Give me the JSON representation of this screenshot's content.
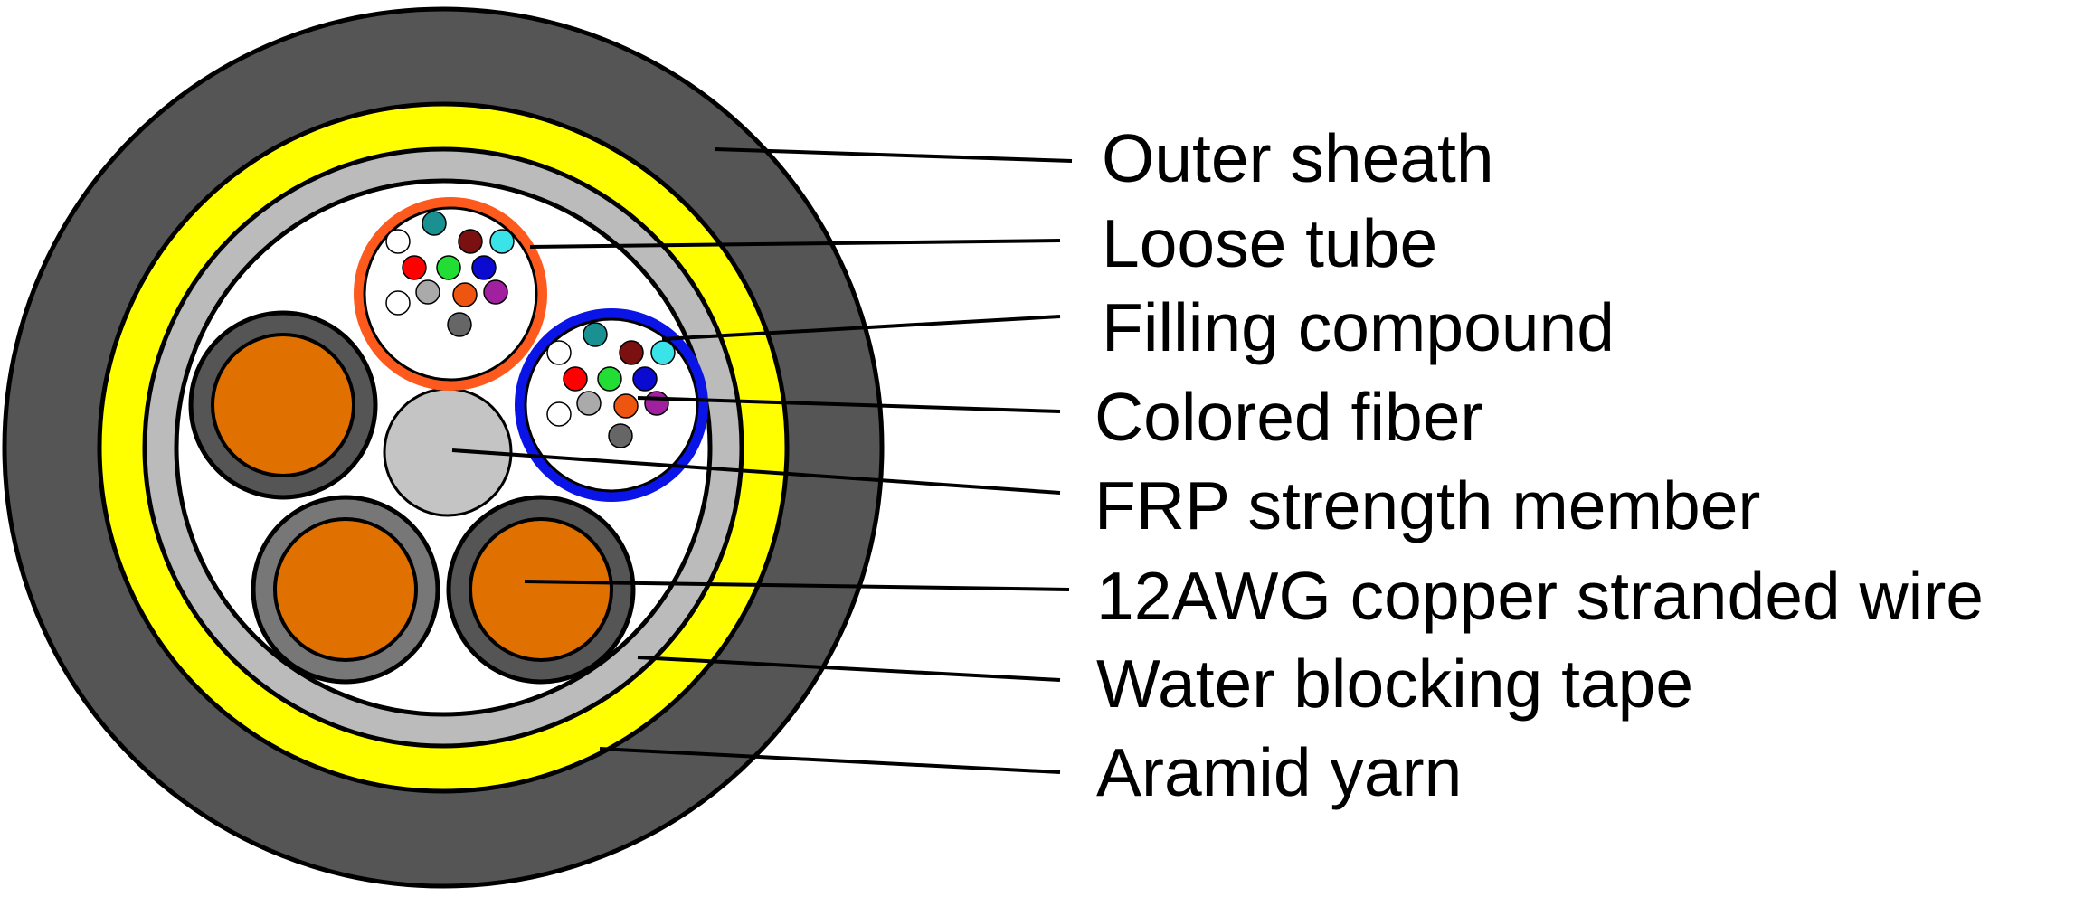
{
  "colors": {
    "outer_sheath": "#555555",
    "aramid_yarn": "#ffff00",
    "water_blocking_tape": "#bbbbbb",
    "filling": "#ffffff",
    "copper": "#e07000",
    "copper_insulation_dark": "#555555",
    "copper_insulation_mid": "#777777",
    "frp": "#c4c4c4",
    "tube_orange": "#ff5a1e",
    "tube_blue": "#0a14e6",
    "outline": "#000000",
    "leader_line": "#000000"
  },
  "fiber_colors": [
    "#ffffff",
    "#1a9090",
    "#7a1010",
    "#3ae3e8",
    "#ff0000",
    "#22dd33",
    "#0a0ad0",
    "#ffffff",
    "#aaaaaa",
    "#ee5511",
    "#a020a0",
    "#666666"
  ],
  "labels": {
    "outer_sheath": "Outer sheath",
    "loose_tube": "Loose tube",
    "filling_compound": "Filling compound",
    "colored_fiber": "Colored fiber",
    "frp_strength_member": "FRP strength member",
    "copper_wire": "12AWG copper stranded wire",
    "water_blocking_tape": "Water blocking tape",
    "aramid_yarn": "Aramid yarn"
  }
}
